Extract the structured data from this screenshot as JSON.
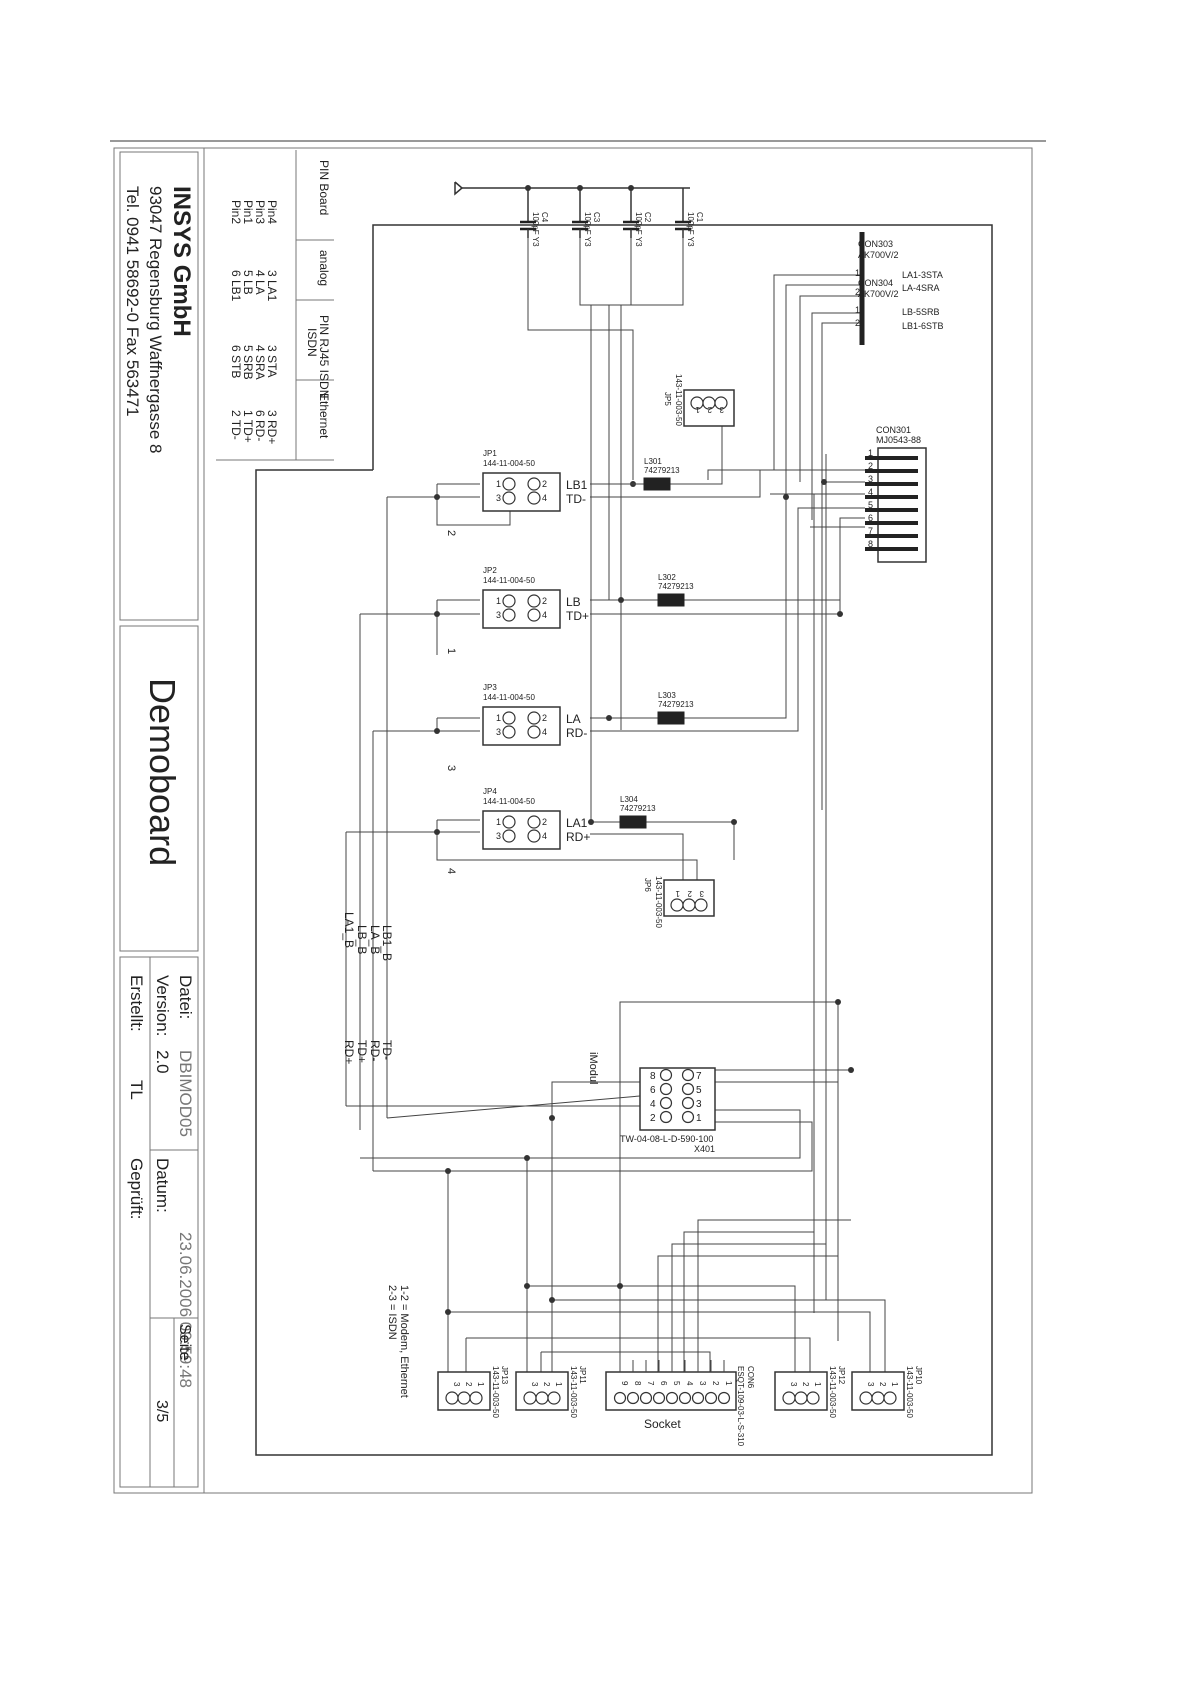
{
  "title_block": {
    "company": "INSYS GmbH",
    "address": "93047 Regensburg  Waffnergasse 8",
    "phone": "Tel. 0941 58692-0    Fax 563471",
    "drawing_title": "Demoboard",
    "datei_label": "Datei:",
    "datei_value": "DBIMOD05",
    "version_label": "Version:",
    "version_value": "2.0",
    "erstellt_label": "Erstellt:",
    "erstellt_value": "TL",
    "datum_label": "Datum:",
    "datum_value": "23.06.2006 09:59:48",
    "geprueft_label": "Geprüft:",
    "seite_label": "Seite",
    "seite_value": "3/5"
  },
  "pin_table": {
    "headers": [
      "PIN Board",
      "analog",
      "PIN RJ45 ISDN",
      "Ethernet"
    ],
    "rows": [
      [
        "Pin4",
        "3 LA1",
        "3 STA",
        "3 RD+"
      ],
      [
        "Pin3",
        "4 LA",
        "4 SRA",
        "6 RD-"
      ],
      [
        "Pin1",
        "5 LB",
        "5 SRB",
        "1 TD+"
      ],
      [
        "Pin2",
        "6 LB1",
        "6 STB",
        "2 TD-"
      ]
    ]
  },
  "schematic": {
    "capacitors": [
      {
        "ref": "C1",
        "value": "100pF Y3"
      },
      {
        "ref": "C2",
        "value": "100pF Y3"
      },
      {
        "ref": "C3",
        "value": "100pF Y3"
      },
      {
        "ref": "C4",
        "value": "100pF Y3"
      }
    ],
    "con303": {
      "ref": "CON303",
      "part": "AK700V/2"
    },
    "con304": {
      "ref": "CON304",
      "part": "AK700V/2"
    },
    "con_pins": [
      "1",
      "2",
      "1",
      "2"
    ],
    "con_signals": [
      "LA1-3STA",
      "LA-4SRA",
      "LB-5SRB",
      "LB1-6STB"
    ],
    "con301": {
      "ref": "CON301",
      "part": "MJ0543-88",
      "pins": [
        "1",
        "2",
        "3",
        "4",
        "5",
        "6",
        "7",
        "8"
      ]
    },
    "jumpers": [
      {
        "ref": "JP1",
        "part": "144-11-004-50",
        "sig1": "LB1",
        "sig2": "TD-",
        "num": "2"
      },
      {
        "ref": "JP2",
        "part": "144-11-004-50",
        "sig1": "LB",
        "sig2": "TD+",
        "num": "1"
      },
      {
        "ref": "JP3",
        "part": "144-11-004-50",
        "sig1": "LA",
        "sig2": "RD-",
        "num": "3"
      },
      {
        "ref": "JP4",
        "part": "144-11-004-50",
        "sig1": "LA1",
        "sig2": "RD+",
        "num": "4"
      }
    ],
    "jumper_pins": [
      "1",
      "2",
      "3",
      "4"
    ],
    "inductors": [
      {
        "ref": "L301",
        "value": "74279213"
      },
      {
        "ref": "L302",
        "value": "74279213"
      },
      {
        "ref": "L303",
        "value": "74279213"
      },
      {
        "ref": "L304",
        "value": "74279213"
      }
    ],
    "jp5": {
      "ref": "JP5",
      "part": "143-11-003-50",
      "pins": [
        "1",
        "2",
        "3"
      ]
    },
    "jp6": {
      "ref": "JP6",
      "part": "143-11-003-50",
      "pins": [
        "1",
        "2",
        "3"
      ]
    },
    "bus_labels": [
      "LB1_B",
      "LA_B",
      "LB_B",
      "LA1_B"
    ],
    "net_labels": [
      "TD-",
      "RD-",
      "TD+",
      "RD+"
    ],
    "imodul": {
      "label": "iModul",
      "part": "TW-04-08-L-D-590-100",
      "ref": "X401",
      "pins": [
        "8",
        "7",
        "6",
        "5",
        "4",
        "3",
        "2",
        "1"
      ]
    },
    "note_line1": "1-2 = Modem, Ethernet",
    "note_line2": "2-3 = ISDN",
    "bottom_headers": [
      {
        "ref": "JP13",
        "part": "143-11-003-50",
        "pins": [
          "3",
          "2",
          "1"
        ]
      },
      {
        "ref": "JP11",
        "part": "143-11-003-50",
        "pins": [
          "3",
          "2",
          "1"
        ]
      },
      {
        "ref": "JP12",
        "part": "143-11-003-50",
        "pins": [
          "3",
          "2",
          "1"
        ]
      },
      {
        "ref": "JP10",
        "part": "143-11-003-50",
        "pins": [
          "3",
          "2",
          "1"
        ]
      }
    ],
    "con6": {
      "ref": "CON6",
      "part": "ESQT-109-03-L-S-310",
      "label": "Socket",
      "pins": [
        "9",
        "8",
        "7",
        "6",
        "5",
        "4",
        "3",
        "2",
        "1"
      ]
    }
  }
}
